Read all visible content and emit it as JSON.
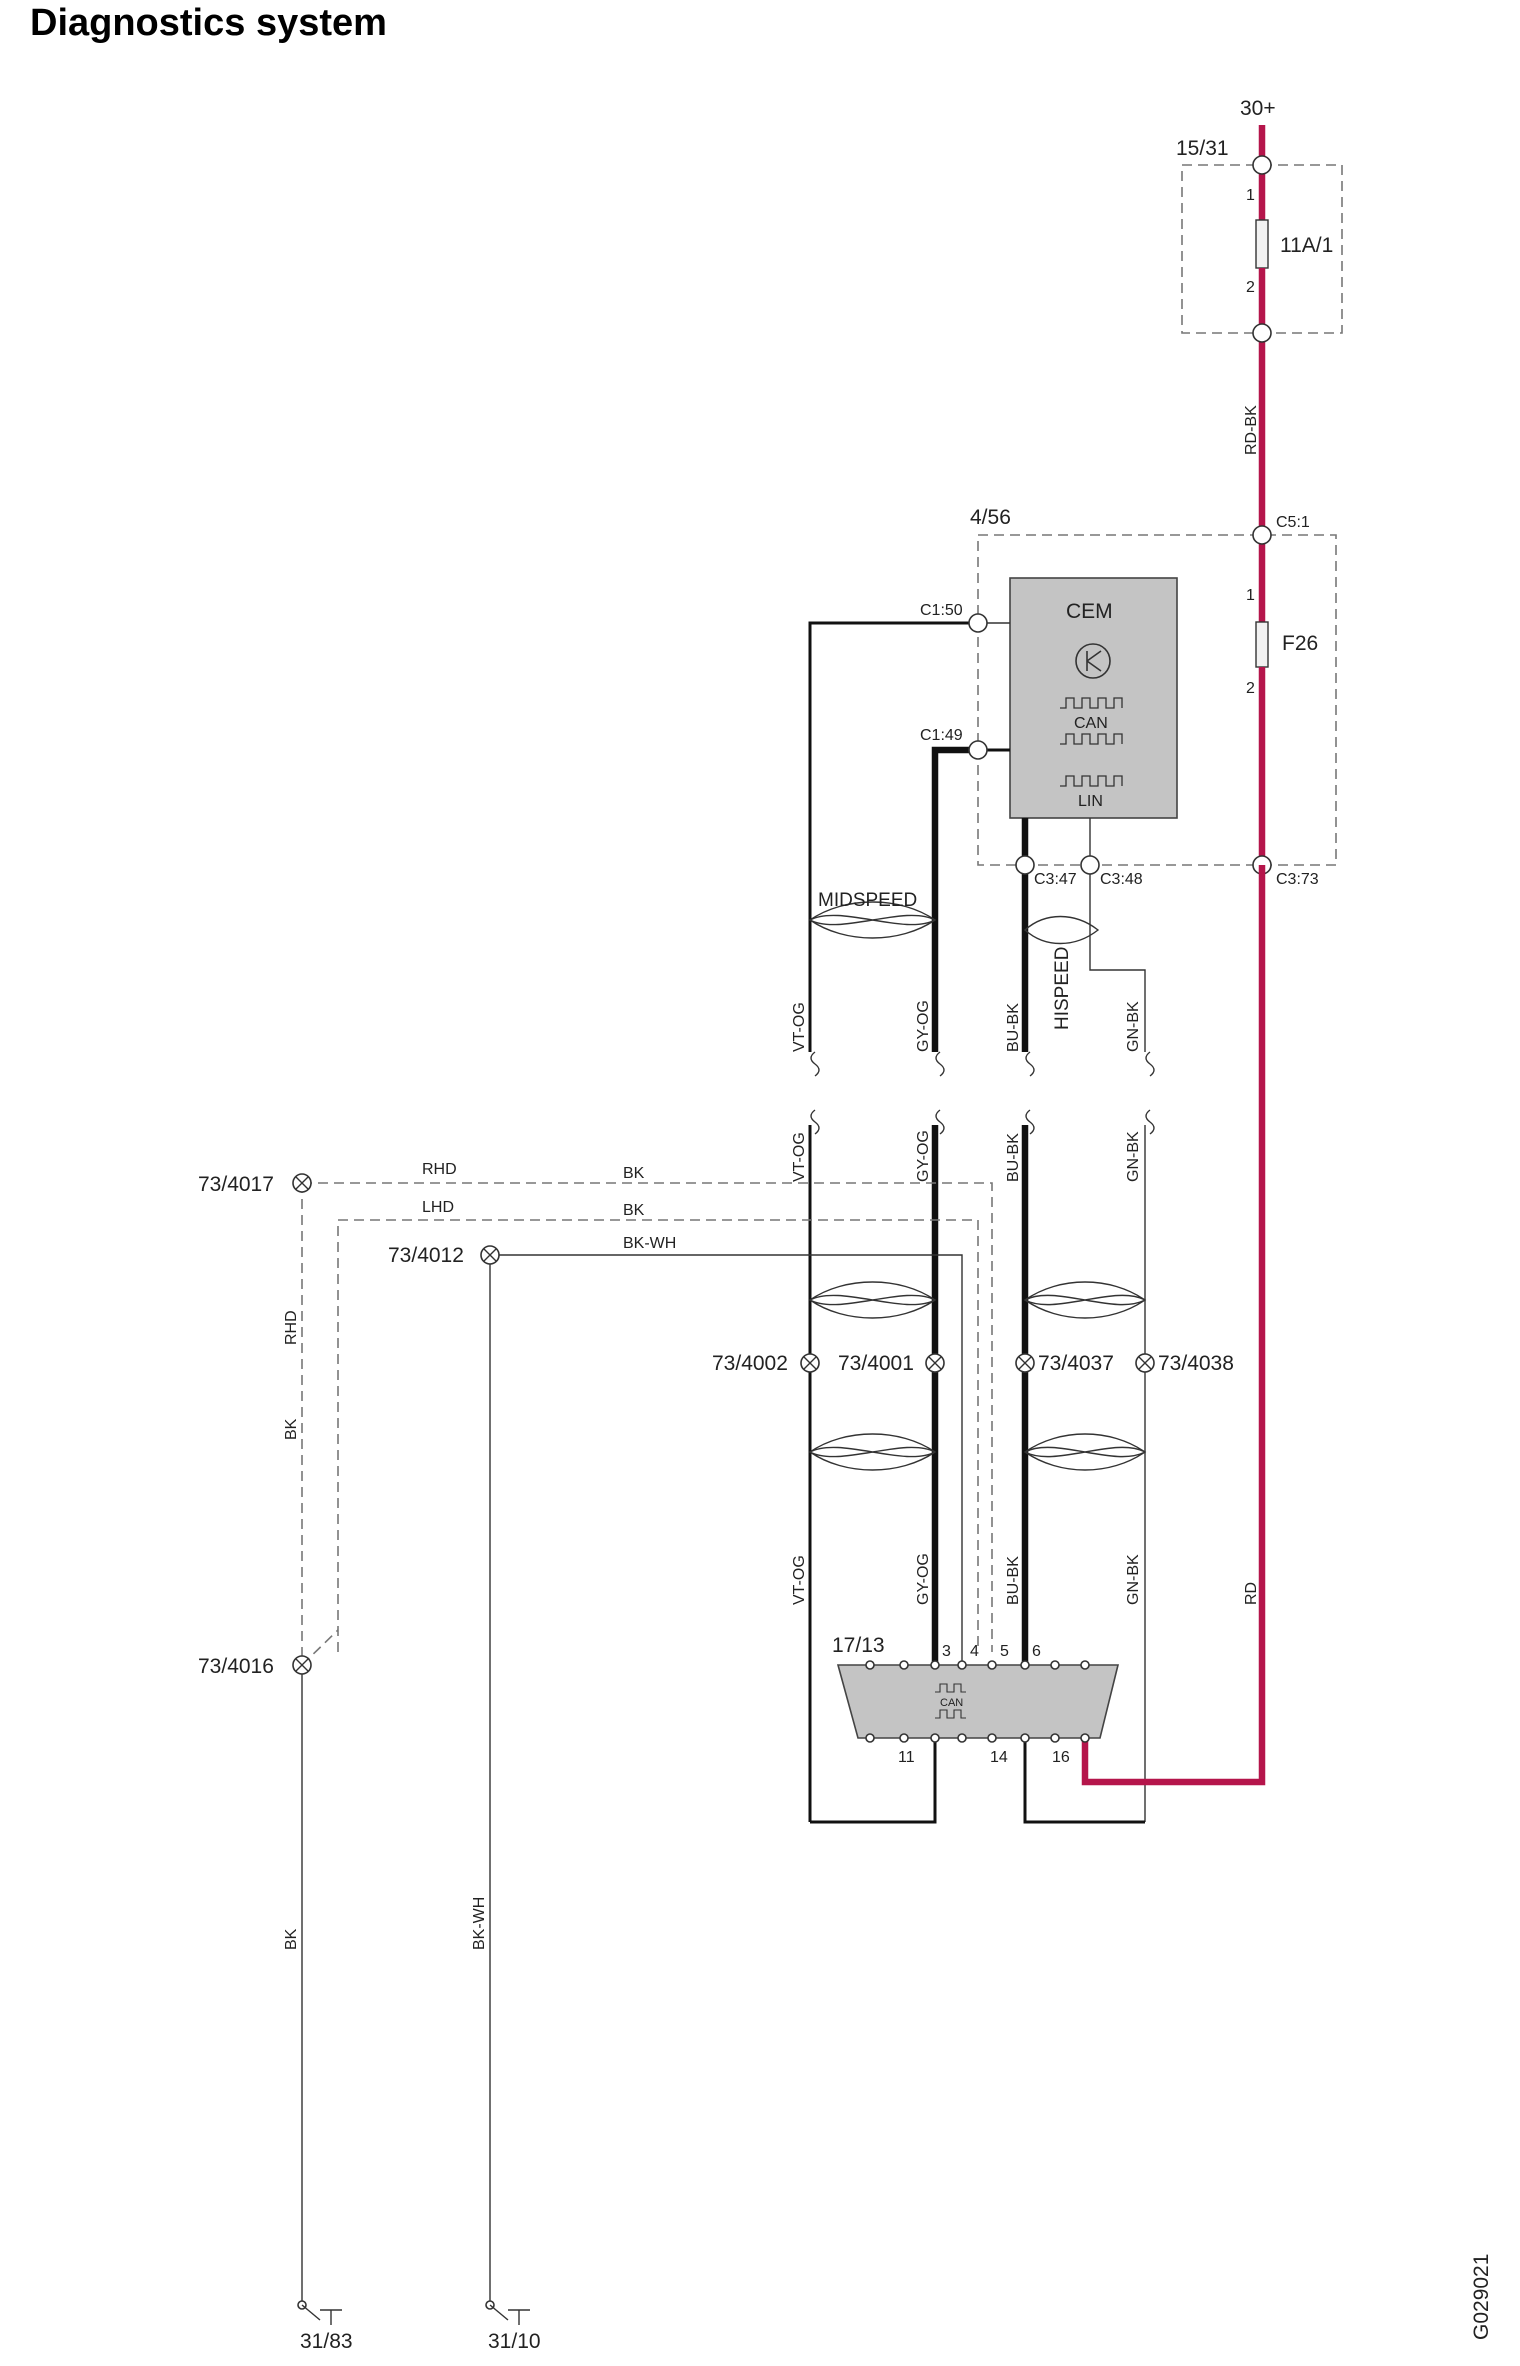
{
  "title": "Diagnostics system",
  "image_id": "G029021",
  "supply": {
    "terminal": "30+",
    "fuse_box": "15/31",
    "fuse": "11A/1",
    "pin_in": "1",
    "pin_out": "2",
    "wire": "RD-BK"
  },
  "cem_unit": {
    "ref": "4/56",
    "name": "CEM",
    "can_label": "CAN",
    "lin_label": "LIN",
    "fuse": "F26",
    "fuse_pin_in": "1",
    "fuse_pin_out": "2",
    "connectors": {
      "c5_1": "C5:1",
      "c1_50": "C1:50",
      "c1_49": "C1:49",
      "c3_47": "C3:47",
      "c3_48": "C3:48",
      "c3_73": "C3:73"
    }
  },
  "bus": {
    "midspeed": "MIDSPEED",
    "hispeed": "HISPEED"
  },
  "wires": {
    "vt_og": "VT-OG",
    "gy_og": "GY-OG",
    "bu_bk": "BU-BK",
    "gn_bk": "GN-BK",
    "rd": "RD",
    "rhd": "RHD",
    "lhd": "LHD",
    "bk": "BK",
    "bk_wh": "BK-WH"
  },
  "splices": {
    "s4017": "73/4017",
    "s4012": "73/4012",
    "s4016": "73/4016",
    "s4002": "73/4002",
    "s4001": "73/4001",
    "s4037": "73/4037",
    "s4038": "73/4038"
  },
  "dlc": {
    "ref": "17/13",
    "can_label": "CAN",
    "pins": {
      "p3": "3",
      "p4": "4",
      "p5": "5",
      "p6": "6",
      "p11": "11",
      "p14": "14",
      "p16": "16"
    }
  },
  "grounds": {
    "g1": "31/83",
    "g2": "31/10"
  },
  "colors": {
    "power": "#b5154b",
    "cem_fill": "#c4c4c4",
    "dlc_fill": "#c4c4c4",
    "wire": "#111111",
    "dashed": "#777777"
  }
}
